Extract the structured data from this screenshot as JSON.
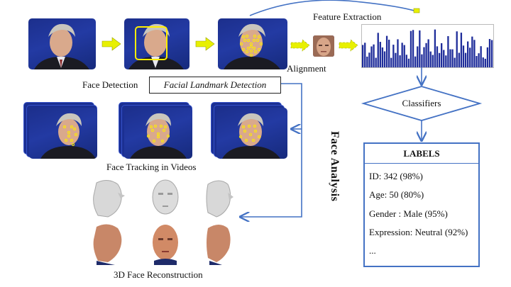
{
  "pipeline": {
    "face_detection": "Face Detection",
    "facial_landmark_detection": "Facial Landmark Detection",
    "alignment": "Alignment",
    "feature_extraction": "Feature Extraction",
    "classifiers": "Classifiers"
  },
  "labels_panel": {
    "title": "LABELS",
    "lines": [
      "ID: 342 (98%)",
      "Age: 50 (80%)",
      "Gender : Male (95%)",
      "Expression: Neutral (92%)",
      "..."
    ]
  },
  "face_analysis": "Face Analysis",
  "face_tracking": "Face Tracking in Videos",
  "reconstruction": "3D Face Reconstruction",
  "colors": {
    "photo_bg": "#233aa3",
    "arrow_yellow": "#e8f000",
    "flow_blue": "#4472c4",
    "histogram": "#1f2d9a",
    "detect_box": "#ffee00",
    "landmark": "#ffee00"
  }
}
